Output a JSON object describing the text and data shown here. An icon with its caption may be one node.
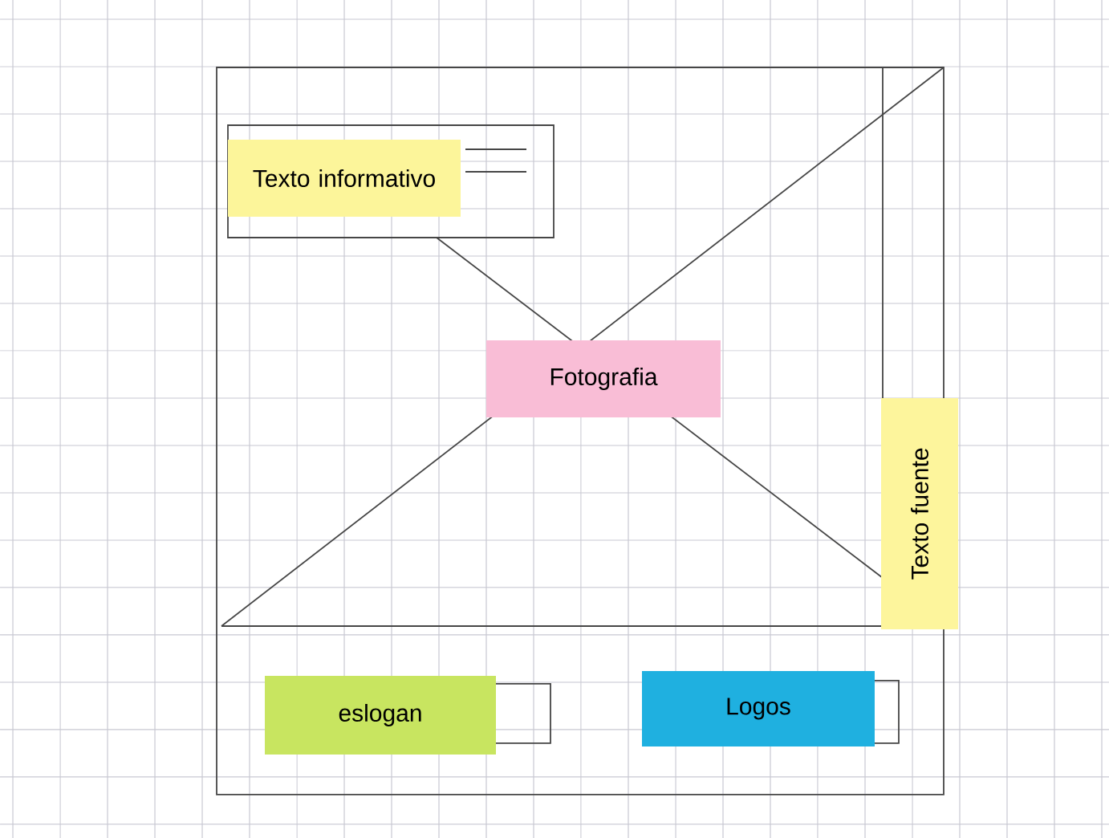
{
  "diagram": {
    "nodes": [
      {
        "text": [
          "Texto informativo"
        ]
      },
      {
        "text": [
          "Fotografia"
        ]
      },
      {
        "text": [
          "Texto fuente"
        ]
      },
      {
        "text": [
          "eslogan"
        ]
      },
      {
        "text": [
          "Logos"
        ]
      }
    ]
  }
}
